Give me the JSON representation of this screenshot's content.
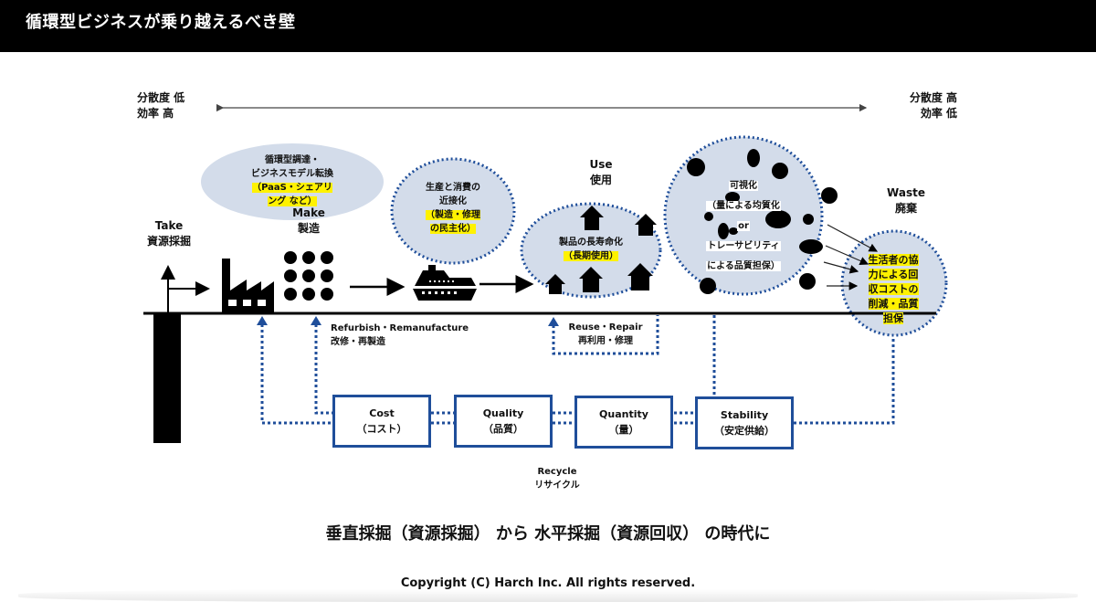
{
  "header": {
    "title": "循環型ビジネスが乗り越えるべき壁"
  },
  "axis": {
    "left_line1": "分散度 低",
    "left_line2": "効率 高",
    "right_line1": "分散度 高",
    "right_line2": "効率 低"
  },
  "stages": {
    "take": {
      "en": "Take",
      "ja": "資源採掘"
    },
    "make": {
      "en": "Make",
      "ja": "製造"
    },
    "use": {
      "en": "Use",
      "ja": "使用"
    },
    "waste": {
      "en": "Waste",
      "ja": "廃棄"
    }
  },
  "bubbles": {
    "procurement": {
      "line1": "循環型調達・",
      "line2": "ビジネスモデル転換",
      "hl1": "（PaaS・シェアリ",
      "hl2": "ング など）"
    },
    "proximity": {
      "line1": "生産と消費の",
      "line2": "近接化",
      "hl1": "（製造・修理",
      "hl2": "の民主化）"
    },
    "longevity": {
      "line1": "製品の長寿命化",
      "hl1": "（長期使用）"
    },
    "visibility": {
      "line1": "可視化",
      "line2": "（量による均質化",
      "line3": "or",
      "line4": "トレーサビリティ",
      "line5": "による品質担保）"
    },
    "collection": {
      "hl1": "生活者の協",
      "hl2": "力による回",
      "hl3": "収コストの",
      "hl4": "削減・品質",
      "hl5": "担保"
    }
  },
  "loops": {
    "refurbish": {
      "en": "Refurbish・Remanufacture",
      "ja": "改修・再製造"
    },
    "reuse": {
      "en": "Reuse・Repair",
      "ja": "再利用・修理"
    },
    "recycle": {
      "en": "Recycle",
      "ja": "リサイクル"
    }
  },
  "barriers": [
    {
      "en": "Cost",
      "ja": "（コスト）"
    },
    {
      "en": "Quality",
      "ja": "（品質）"
    },
    {
      "en": "Quantity",
      "ja": "（量）"
    },
    {
      "en": "Stability",
      "ja": "（安定供給）"
    }
  ],
  "headline": "垂直採掘（資源採掘） から 水平採掘（資源回収） の時代に",
  "copyright": "Copyright (C) Harch Inc. All rights reserved.",
  "colors": {
    "bubble_fill": "#d3dcea",
    "dotted_blue": "#1f4e9a",
    "highlight": "#fff200"
  }
}
